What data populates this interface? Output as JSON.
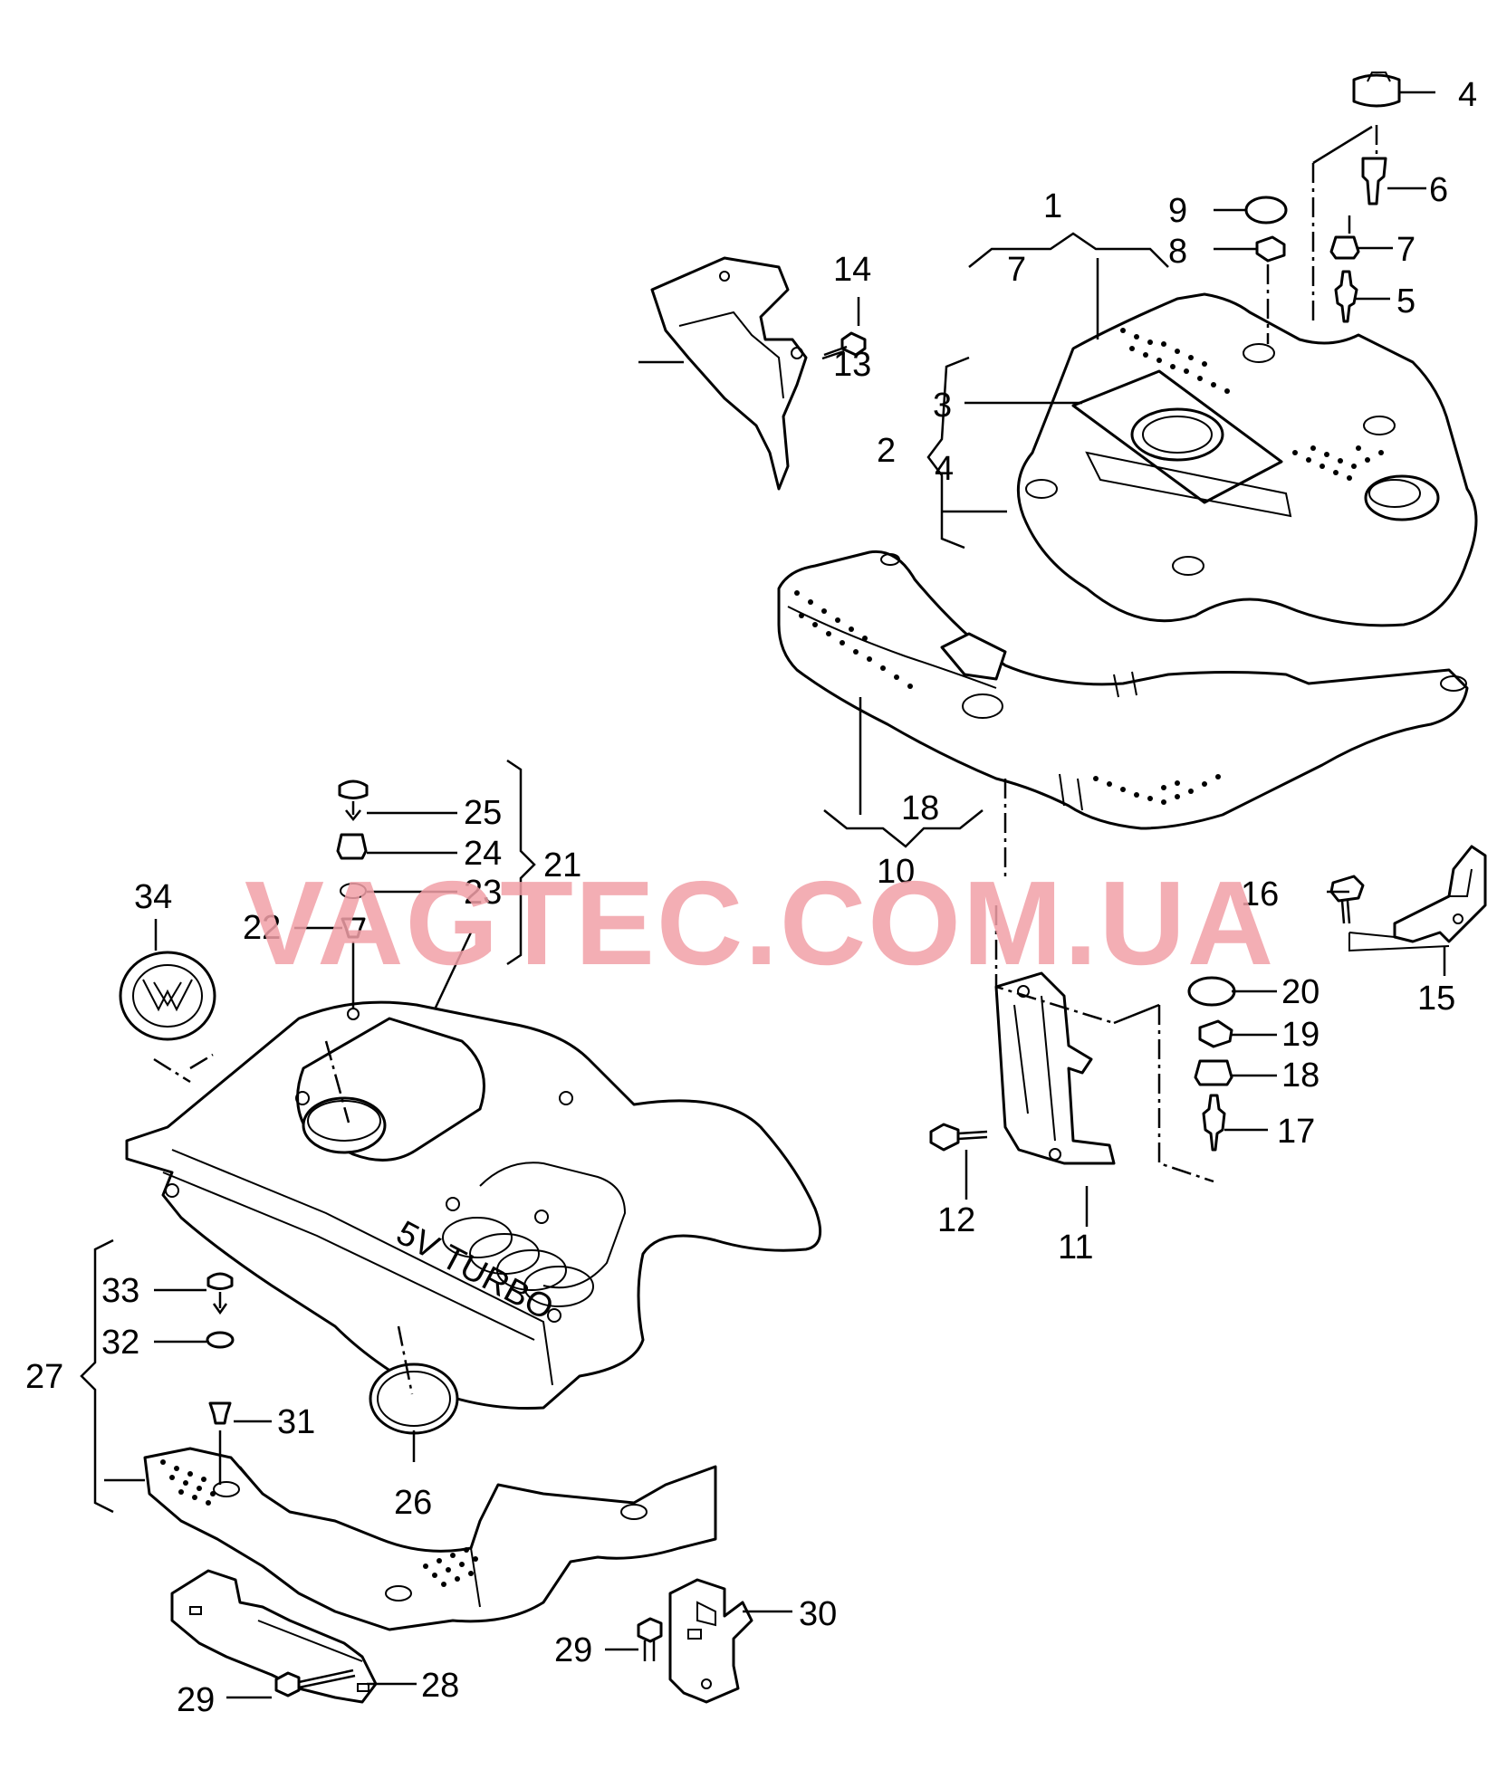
{
  "watermark": "VAGTEC.COM.UA",
  "cover_text": "5V TURBO",
  "callouts": {
    "c1": "1",
    "c2": "2",
    "c3": "3",
    "c4a": "4",
    "c4b": "4",
    "c5": "5",
    "c6": "6",
    "c7a": "7",
    "c7b": "7",
    "c8": "8",
    "c9": "9",
    "c10": "10",
    "c11": "11",
    "c12": "12",
    "c13": "13",
    "c14": "14",
    "c15": "15",
    "c16": "16",
    "c17": "17",
    "c18a": "18",
    "c18b": "18",
    "c19": "19",
    "c20": "20",
    "c21": "21",
    "c22": "22",
    "c23": "23",
    "c24": "24",
    "c25": "25",
    "c26": "26",
    "c27": "27",
    "c28": "28",
    "c29a": "29",
    "c29b": "29",
    "c30": "30",
    "c31": "31",
    "c32": "32",
    "c33": "33",
    "c34": "34"
  }
}
